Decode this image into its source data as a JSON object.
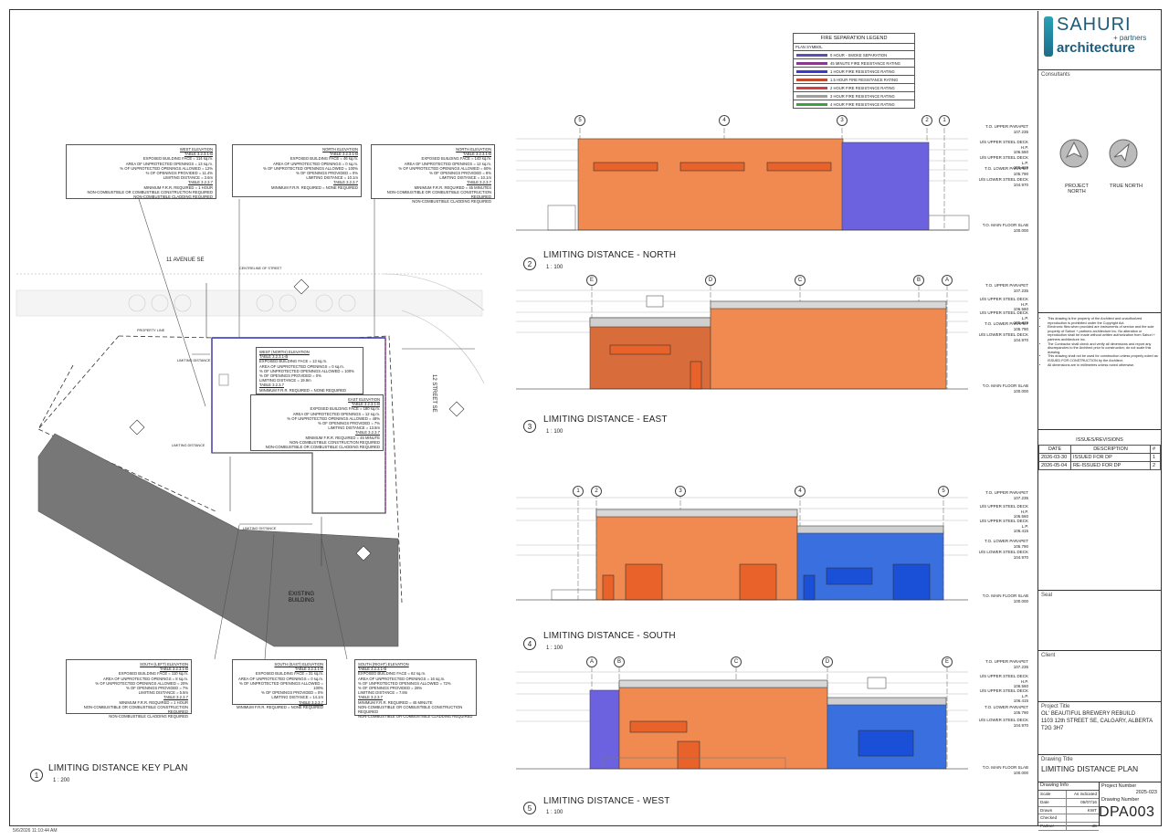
{
  "footer_timestamp": "5/6/2026 11:10:44 AM",
  "titleblock": {
    "firm_name_1": "SAHURI",
    "firm_name_2": "+ partners",
    "firm_name_3": "architecture",
    "consultants_label": "Consultants",
    "north_project": "PROJECT NORTH",
    "north_true": "TRUE NORTH",
    "notes": [
      "This drawing is the property of the Architect and unauthorized reproduction is prohibited under the Copyright Act.",
      "Electronic files when provided are instruments of service and the sole property of Sahuri + partners architecture inc. No alteration or reproduction shall be made without written authorization from Sahuri + partners architecture inc.",
      "The Contractor shall check and verify all dimensions and report any discrepancies to the Architect prior to construction; do not scale this drawing.",
      "This drawing shall not be used for construction unless properly noted as ISSUED FOR CONSTRUCTION by the Architect.",
      "All dimensions are in millimetres unless noted otherwise."
    ],
    "issues_title": "ISSUES/REVISIONS",
    "issues_headers": [
      "DATE",
      "DESCRIPTION",
      "#"
    ],
    "issues": [
      {
        "date": "2026-03-30",
        "desc": "ISSUED FOR DP",
        "num": "1"
      },
      {
        "date": "2026-05-04",
        "desc": "RE-ISSUED FOR DP",
        "num": "2"
      }
    ],
    "seal_label": "Seal",
    "client_label": "Client",
    "project_title_label": "Project Title",
    "project_title_1": "OL' BEAUTIFUL BREWERY REBUILD",
    "project_title_2": "1103 12th STREET SE, CALGARY, ALBERTA",
    "project_title_3": "T2G 3H7",
    "drawing_title_label": "Drawing Title",
    "drawing_title": "LIMITING DISTANCE PLAN",
    "drawing_info_label": "Drawing Info",
    "project_number_label": "Project Number",
    "project_number": "2025-023",
    "drawing_number_label": "Drawing Number",
    "drawing_number": "DPA003",
    "info_rows": [
      {
        "k": "Scale",
        "v": "As indicated"
      },
      {
        "k": "Date",
        "v": "06/07/16"
      },
      {
        "k": "Drawn",
        "v": "KWT"
      },
      {
        "k": "Checked",
        "v": ""
      },
      {
        "k": "Partner",
        "v": "JS"
      }
    ]
  },
  "legend": {
    "title": "FIRE SEPARATION LEGEND",
    "col": "PLAN SYMBOL",
    "rows": [
      {
        "label": "0 HOUR - SMOKE SEPARATION",
        "color": "#5a4fb3"
      },
      {
        "label": "45 MINUTE FIRE RESISTANCE RATING",
        "color": "#8a3a8a"
      },
      {
        "label": "1 HOUR FIRE RESISTANCE RATING",
        "color": "#3a3ad0"
      },
      {
        "label": "1.5 HOUR FIRE RESISTANCE RATING",
        "color": "#c04a2a"
      },
      {
        "label": "2 HOUR FIRE RESISTANCE RATING",
        "color": "#d04040"
      },
      {
        "label": "3 HOUR FIRE RESISTANCE RATING",
        "color": "#a0a0a0"
      },
      {
        "label": "4 HOUR FIRE RESISTANCE RATING",
        "color": "#40a040"
      }
    ]
  },
  "views": {
    "key_plan": {
      "num": "1",
      "title": "LIMITING DISTANCE KEY PLAN",
      "scale": "1 : 200"
    },
    "north": {
      "num": "2",
      "title": "LIMITING DISTANCE - NORTH",
      "scale": "1 : 100"
    },
    "east": {
      "num": "3",
      "title": "LIMITING DISTANCE - EAST",
      "scale": "1 : 100"
    },
    "south": {
      "num": "4",
      "title": "LIMITING DISTANCE - SOUTH",
      "scale": "1 : 100"
    },
    "west": {
      "num": "5",
      "title": "LIMITING DISTANCE - WEST",
      "scale": "1 : 100"
    }
  },
  "plan_labels": {
    "street_11": "11 AVENUE SE",
    "street_12": "12 STREET SE",
    "existing": "EXISTING BUILDING",
    "limiting": "LIMITING DISTANCE",
    "centreline": "CENTRELINE OF STREET",
    "property": "PROPERTY LINE"
  },
  "levels": [
    {
      "name": "T.O. UPPER PARAPET",
      "el": "107.235"
    },
    {
      "name": "U/S UPPER STEEL DECK H.P.",
      "el": "106.560"
    },
    {
      "name": "U/S UPPER STEEL DECK L.P.",
      "el": "106.415"
    },
    {
      "name": "T.O. LOWER PARAPET",
      "el": "105.790"
    },
    {
      "name": "U/S LOWER STEEL DECK",
      "el": "104.970"
    },
    {
      "name": "T.O. MAIN FLOOR SLAB",
      "el": "100.000"
    }
  ],
  "notes_plan": {
    "west": {
      "title": "WEST ELEVATION",
      "lines": [
        "TABLE 3.2.3.1-B",
        "EXPOSED BUILDING FACE = 114 sq.m.",
        "AREA OF UNPROTECTED OPENINGS = 13 sq.m.",
        "% OF UNPROTECTED OPENINGS ALLOWED = 12%",
        "% OF OPENINGS PROVIDED = 11.4%",
        "LIMITING DISTANCE = 3.6m",
        "TABLE 3.2.3.7",
        "MINIMUM F.R.R. REQUIRED = 1 HOUR",
        "NON-COMBUSTIBLE OR COMBUSTIBLE CONSTRUCTION REQUIRED",
        "NON-COMBUSTIBLE CLADDING REQUIRED"
      ]
    },
    "north": {
      "title": "NORTH ELEVATION",
      "lines": [
        "TABLE 3.2.3.1-B",
        "EXPOSED BUILDING FACE = 46 sq.m.",
        "AREA OF UNPROTECTED OPENINGS = 0 sq.m.",
        "% OF UNPROTECTED OPENINGS ALLOWED = 100%",
        "% OF OPENINGS PROVIDED = 0%",
        "LIMITING DISTANCE = 10.1m",
        "TABLE 3.2.3.7",
        "MINIMUM F.R.R. REQUIRED = NONE REQUIRED"
      ]
    },
    "north2": {
      "title": "NORTH ELEVATION",
      "lines": [
        "TABLE 3.2.3.1-B",
        "EXPOSED BUILDING FACE = 143 sq.m.",
        "AREA OF UNPROTECTED OPENINGS = 12 sq.m.",
        "% OF UNPROTECTED OPENINGS ALLOWED = 60%",
        "% OF OPENINGS PROVIDED = 8%",
        "LIMITING DISTANCE = 10.1m",
        "TABLE 3.2.3.7",
        "MINIMUM F.R.R. REQUIRED = 45 MINUTES",
        "NON-COMBUSTIBLE OR COMBUSTIBLE CONSTRUCTION REQUIRED",
        "NON-COMBUSTIBLE CLADDING REQUIRED"
      ]
    },
    "westnorth": {
      "title": "WEST (NORTH) ELEVATION",
      "lines": [
        "TABLE 3.2.3.1-B",
        "EXPOSED BUILDING FACE = 13 sq.m.",
        "AREA OF UNPROTECTED OPENINGS = 0 sq.m.",
        "% OF UNPROTECTED OPENINGS ALLOWED = 100%",
        "% OF OPENINGS PROVIDED = 0%",
        "LIMITING DISTANCE = 19.9m",
        "TABLE 3.2.3.7",
        "MINIMUM F.R.R. REQUIRED = NONE REQUIRED"
      ]
    },
    "east": {
      "title": "EAST ELEVATION",
      "lines": [
        "TABLE 3.2.3.1-B",
        "EXPOSED BUILDING FACE = 180 sq.m.",
        "AREA OF UNPROTECTED OPENINGS = 12 sq.m.",
        "% OF UNPROTECTED OPENINGS ALLOWED = 48%",
        "% OF OPENINGS PROVIDED = 7%",
        "LIMITING DISTANCE = 13.8m",
        "TABLE 3.2.3.7",
        "MINIMUM F.R.R. REQUIRED = 45 MINUTE",
        "NON-COMBUSTIBLE CONSTRUCTION REQUIRED",
        "NON-COMBUSTIBLE OR COMBUSTIBLE CLADDING REQUIRED"
      ]
    },
    "southleft": {
      "title": "SOUTH (LEFT) ELEVATION",
      "lines": [
        "TABLE 3.2.3.1-B",
        "EXPOSED BUILDING FACE = 110 sq.m.",
        "AREA OF UNPROTECTED OPENINGS = 8 sq.m.",
        "% OF UNPROTECTED OPENINGS ALLOWED = 20%",
        "% OF OPENINGS PROVIDED = 7%",
        "LIMITING DISTANCE = 5.8m",
        "TABLE 3.2.3.7",
        "MINIMUM F.R.R. REQUIRED = 1 HOUR",
        "NON-COMBUSTIBLE OR COMBUSTIBLE CONSTRUCTION REQUIRED",
        "NON-COMBUSTIBLE CLADDING REQUIRED"
      ]
    },
    "southeast": {
      "title": "SOUTH (EAST) ELEVATION",
      "lines": [
        "TABLE 3.2.3.1-B",
        "EXPOSED BUILDING FACE = 31 sq.m.",
        "AREA OF UNPROTECTED OPENINGS = 0 sq.m.",
        "% OF UNPROTECTED OPENINGS ALLOWED = 100%",
        "% OF OPENINGS PROVIDED = 0%",
        "LIMITING DISTANCE = 14.1m",
        "TABLE 3.2.3.7",
        "MINIMUM F.R.R. REQUIRED = NONE REQUIRED"
      ]
    },
    "southright": {
      "title": "SOUTH (RIGHT) ELEVATION",
      "lines": [
        "TABLE 3.2.3.1-B",
        "EXPOSED BUILDING FACE = 62 sq.m.",
        "AREA OF UNPROTECTED OPENINGS = 16 sq.m.",
        "% OF UNPROTECTED OPENINGS ALLOWED = 72%",
        "% OF OPENINGS PROVIDED = 26%",
        "LIMITING DISTANCE = 7.8m",
        "TABLE 3.2.3.7",
        "MINIMUM F.R.R. REQUIRED = 45 MINUTE",
        "NON-COMBUSTIBLE OR COMBUSTIBLE CONSTRUCTION REQUIRED",
        "NON-COMBUSTIBLE OR COMBUSTIBLE CLADDING REQUIRED"
      ]
    }
  }
}
